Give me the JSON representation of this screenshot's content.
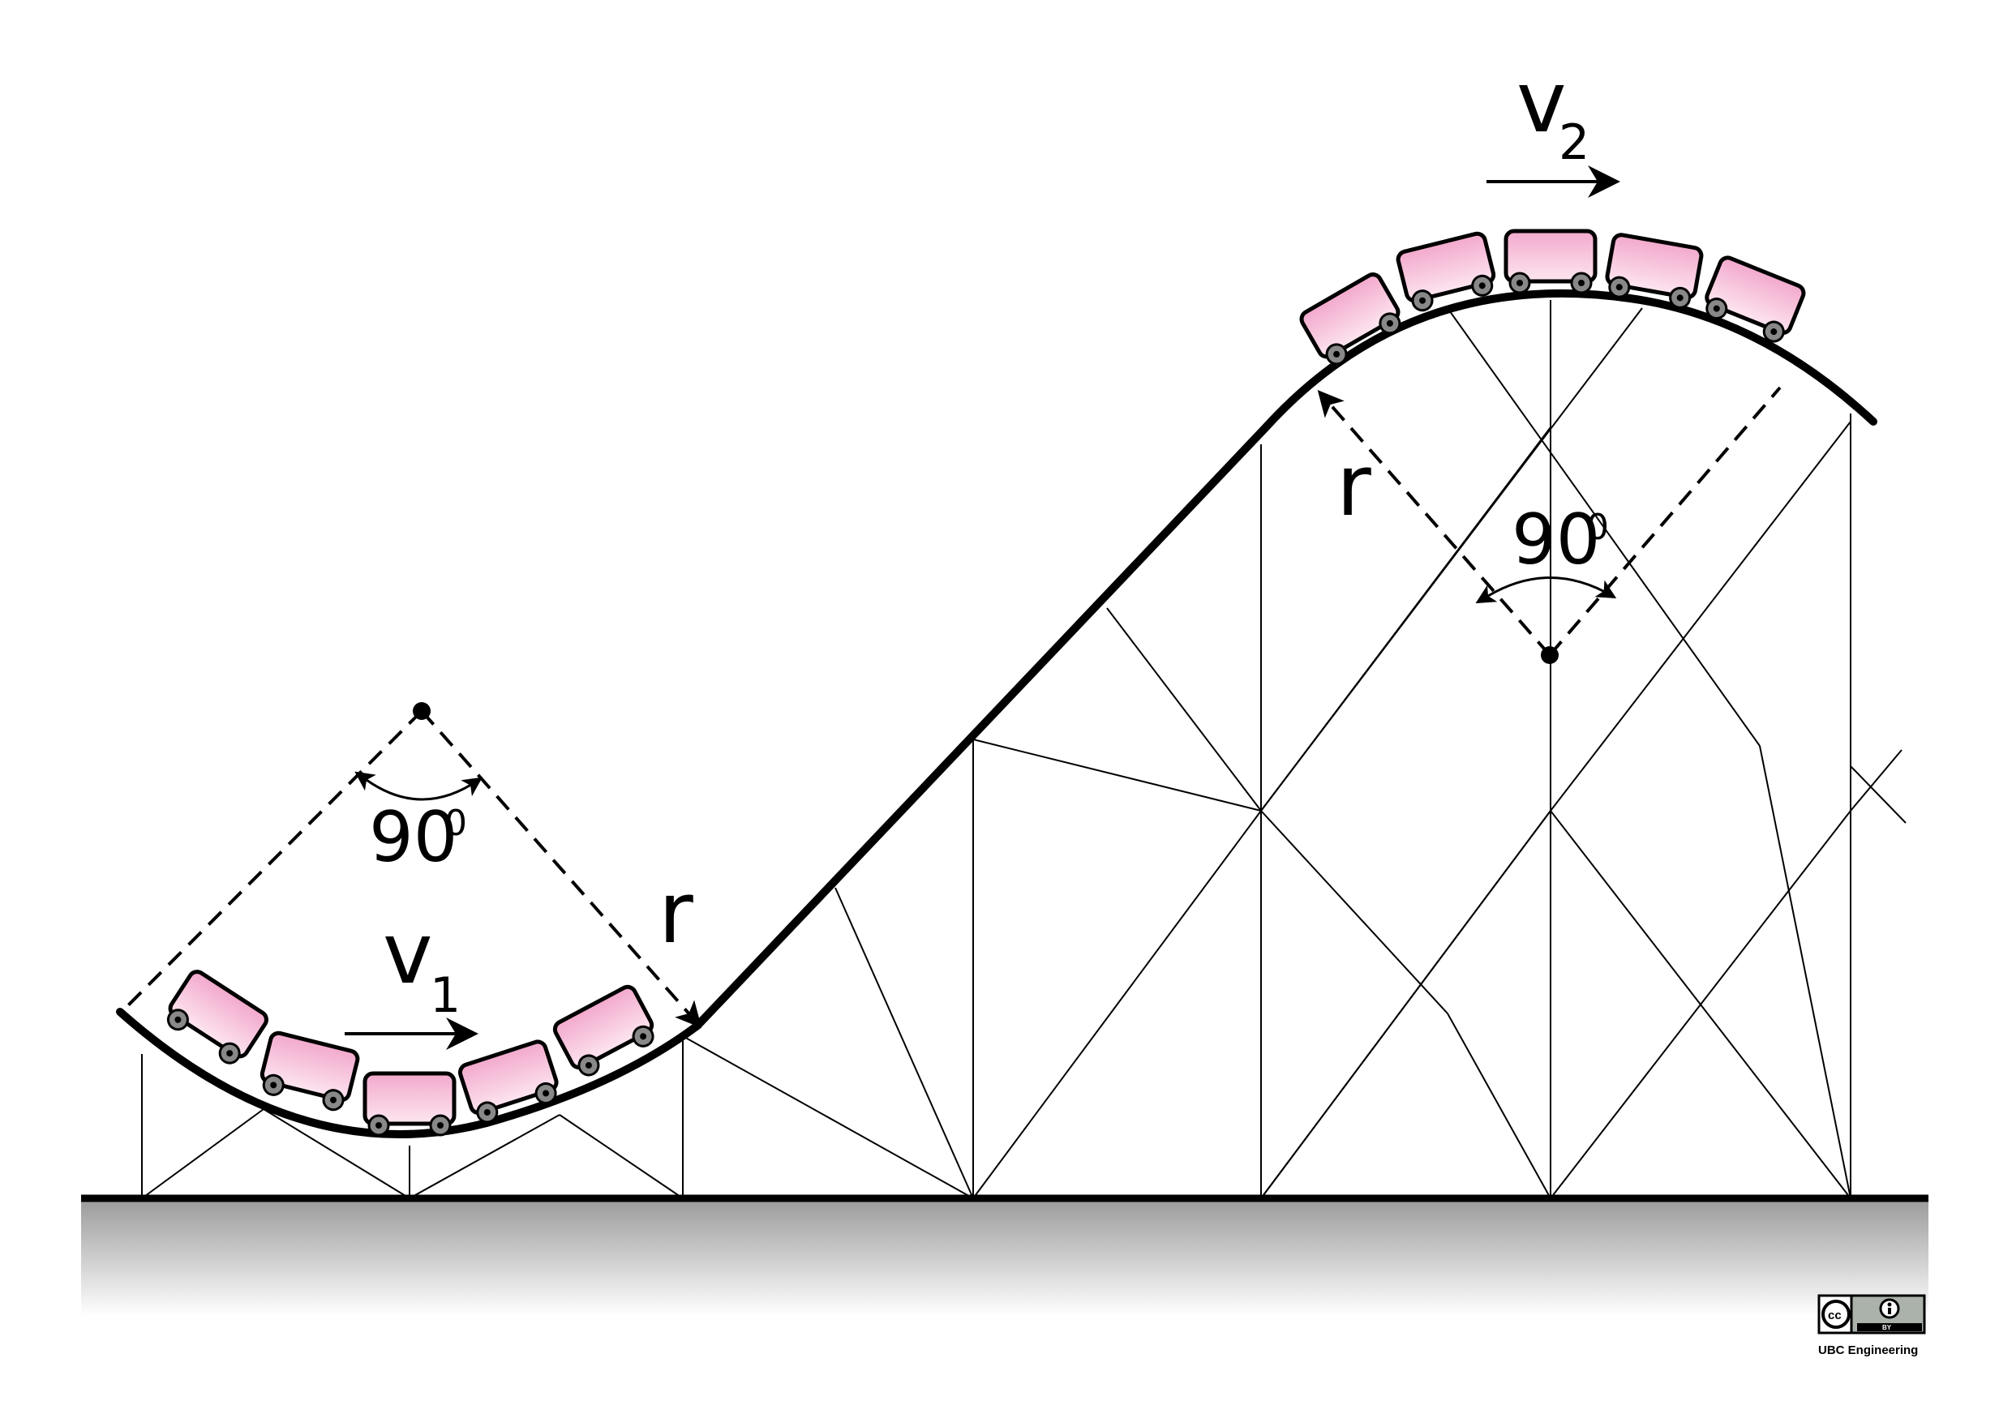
{
  "labels": {
    "angle_left": "90",
    "angle_left_sup": "0",
    "angle_right": "90",
    "angle_right_sup": "0",
    "radius_left": "r",
    "radius_right": "r",
    "velocity_1": "v",
    "velocity_1_sub": "1",
    "velocity_2": "v",
    "velocity_2_sub": "2"
  },
  "license": {
    "badge_left": "cc",
    "badge_by": "BY",
    "credit": "UBC Engineering"
  },
  "colors": {
    "car_fill_top": "#f2a8cc",
    "car_fill_bottom": "#fde6f0",
    "wheel": "#888888",
    "ground_top": "#9a9a9a",
    "ground_bottom": "#ffffff",
    "track": "#000000"
  }
}
